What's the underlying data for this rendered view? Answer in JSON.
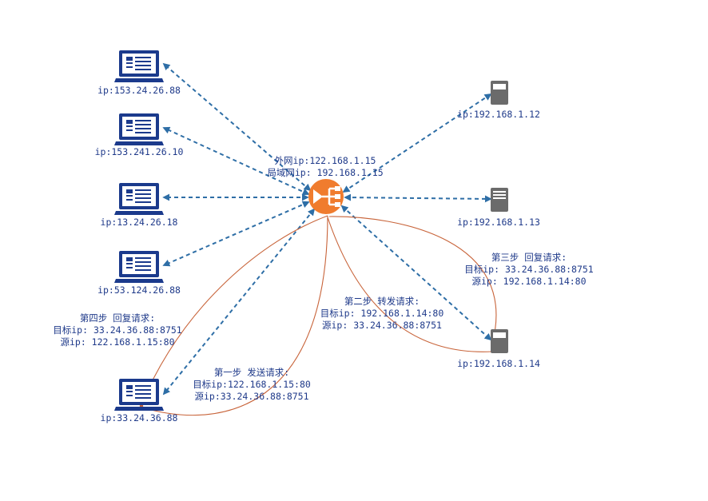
{
  "gateway": {
    "icon": "load-balancer-icon",
    "color": "#f07c2e",
    "wan_label": "外网ip:122.168.1.15",
    "lan_label": "局域网ip: 192.168.1.15"
  },
  "clients": [
    {
      "icon": "laptop-icon",
      "label": "ip:153.24.26.88"
    },
    {
      "icon": "laptop-icon",
      "label": "ip:153.241.26.10"
    },
    {
      "icon": "laptop-icon",
      "label": "ip:13.24.26.18"
    },
    {
      "icon": "laptop-icon",
      "label": "ip:53.124.26.88"
    },
    {
      "icon": "laptop-icon",
      "label": "ip:33.24.36.88"
    }
  ],
  "servers": [
    {
      "icon": "server-icon",
      "label": "ip:192.168.1.12"
    },
    {
      "icon": "server-icon",
      "label": "ip:192.168.1.13"
    },
    {
      "icon": "server-icon",
      "label": "ip:192.168.1.14"
    }
  ],
  "steps": [
    {
      "title": "第一步 发送请求:",
      "target": "目标ip:122.168.1.15:80",
      "source": "源ip:33.24.36.88:8751"
    },
    {
      "title": "第二步 转发请求:",
      "target": "目标ip: 192.168.1.14:80",
      "source": "源ip: 33.24.36.88:8751"
    },
    {
      "title": "第三步 回复请求:",
      "target": "目标ip: 33.24.36.88:8751",
      "source": "源ip: 192.168.1.14:80"
    },
    {
      "title": "第四步 回复请求:",
      "target": "目标ip: 33.24.36.88:8751",
      "source": "源ip: 122.168.1.15:80"
    }
  ],
  "colors": {
    "laptop": "#1b3a8c",
    "server": "#6b6b6b",
    "connection": "#2e6ea6",
    "flow": "#c8643a",
    "label": "#1f3a8a"
  }
}
